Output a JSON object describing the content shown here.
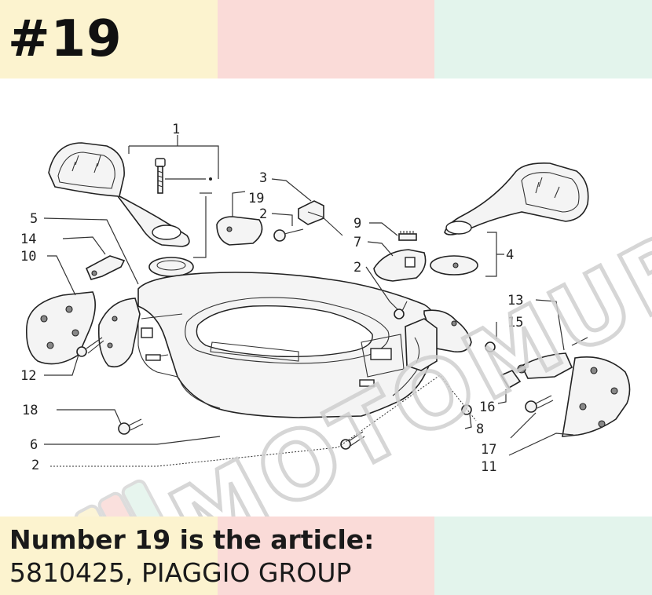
{
  "header": {
    "number": "#19",
    "band_colors": [
      "#fcf3cf",
      "#fadbd8",
      "#e3f4ec"
    ]
  },
  "footer": {
    "line1": "Number 19 is the article:",
    "line2": "5810425, PIAGGIO GROUP",
    "band_colors": [
      "#fcf3cf",
      "#fadbd8",
      "#e3f4ec"
    ]
  },
  "watermark": {
    "text": "MOTOMURCIA",
    "stripe_colors": [
      "#fcf3cf",
      "#fadbd8",
      "#e3f4ec"
    ]
  },
  "diagram": {
    "callouts": [
      "1",
      "19",
      "3",
      "2",
      "9",
      "7",
      "4",
      "5",
      "14",
      "10",
      "2",
      "13",
      "15",
      "12",
      "16",
      "18",
      "8",
      "6",
      "17",
      "2",
      "11"
    ]
  }
}
